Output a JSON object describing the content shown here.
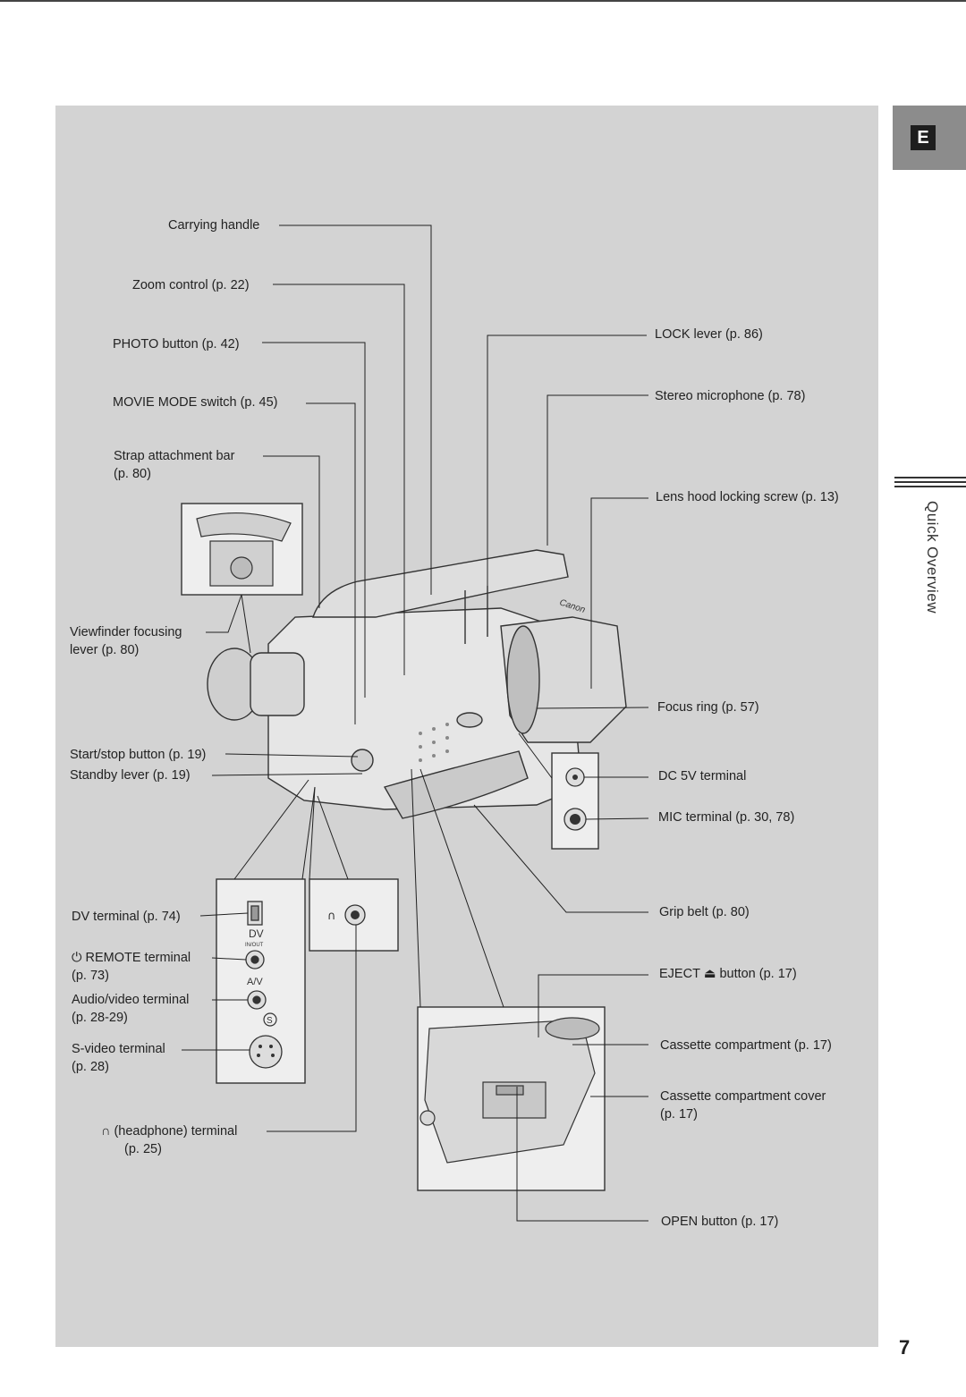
{
  "language_tab": "E",
  "section_title": "Quick Overview",
  "page_number": "7",
  "labels": {
    "carrying_handle": "Carrying handle",
    "zoom_control": "Zoom control (p. 22)",
    "photo_button": "PHOTO button (p. 42)",
    "movie_mode": "MOVIE MODE switch (p. 45)",
    "strap_bar_1": "Strap attachment  bar",
    "strap_bar_2": "(p. 80)",
    "viewfinder_1": "Viewfinder focusing",
    "viewfinder_2": "lever (p. 80)",
    "start_stop": "Start/stop button (p. 19)",
    "standby": "Standby lever (p. 19)",
    "dv_terminal": "DV terminal (p. 74)",
    "remote_1": "REMOTE terminal",
    "remote_2": "(p. 73)",
    "av_1": "Audio/video terminal",
    "av_2": "(p. 28-29)",
    "svideo_1": "S-video terminal",
    "svideo_2": "(p. 28)",
    "headphone_1": "(headphone) terminal",
    "headphone_2": "(p. 25)",
    "lock_lever": "LOCK lever (p. 86)",
    "stereo_mic": "Stereo microphone (p. 78)",
    "lens_hood": "Lens hood locking screw (p. 13)",
    "focus_ring": "Focus ring (p. 57)",
    "dc_terminal": "DC 5V terminal",
    "mic_terminal": "MIC terminal (p. 30, 78)",
    "grip_belt": "Grip belt (p. 80)",
    "eject_1": "EJECT",
    "eject_2": "button (p. 17)",
    "cassette_comp": "Cassette compartment (p. 17)",
    "cassette_cover_1": "Cassette compartment cover",
    "cassette_cover_2": "(p. 17)",
    "open_button": "OPEN button (p. 17)"
  },
  "inset_markings": {
    "dv": "DV",
    "dv_inout": "IN/OUT",
    "av": "A/V",
    "s": "S",
    "canon": "Canon"
  }
}
